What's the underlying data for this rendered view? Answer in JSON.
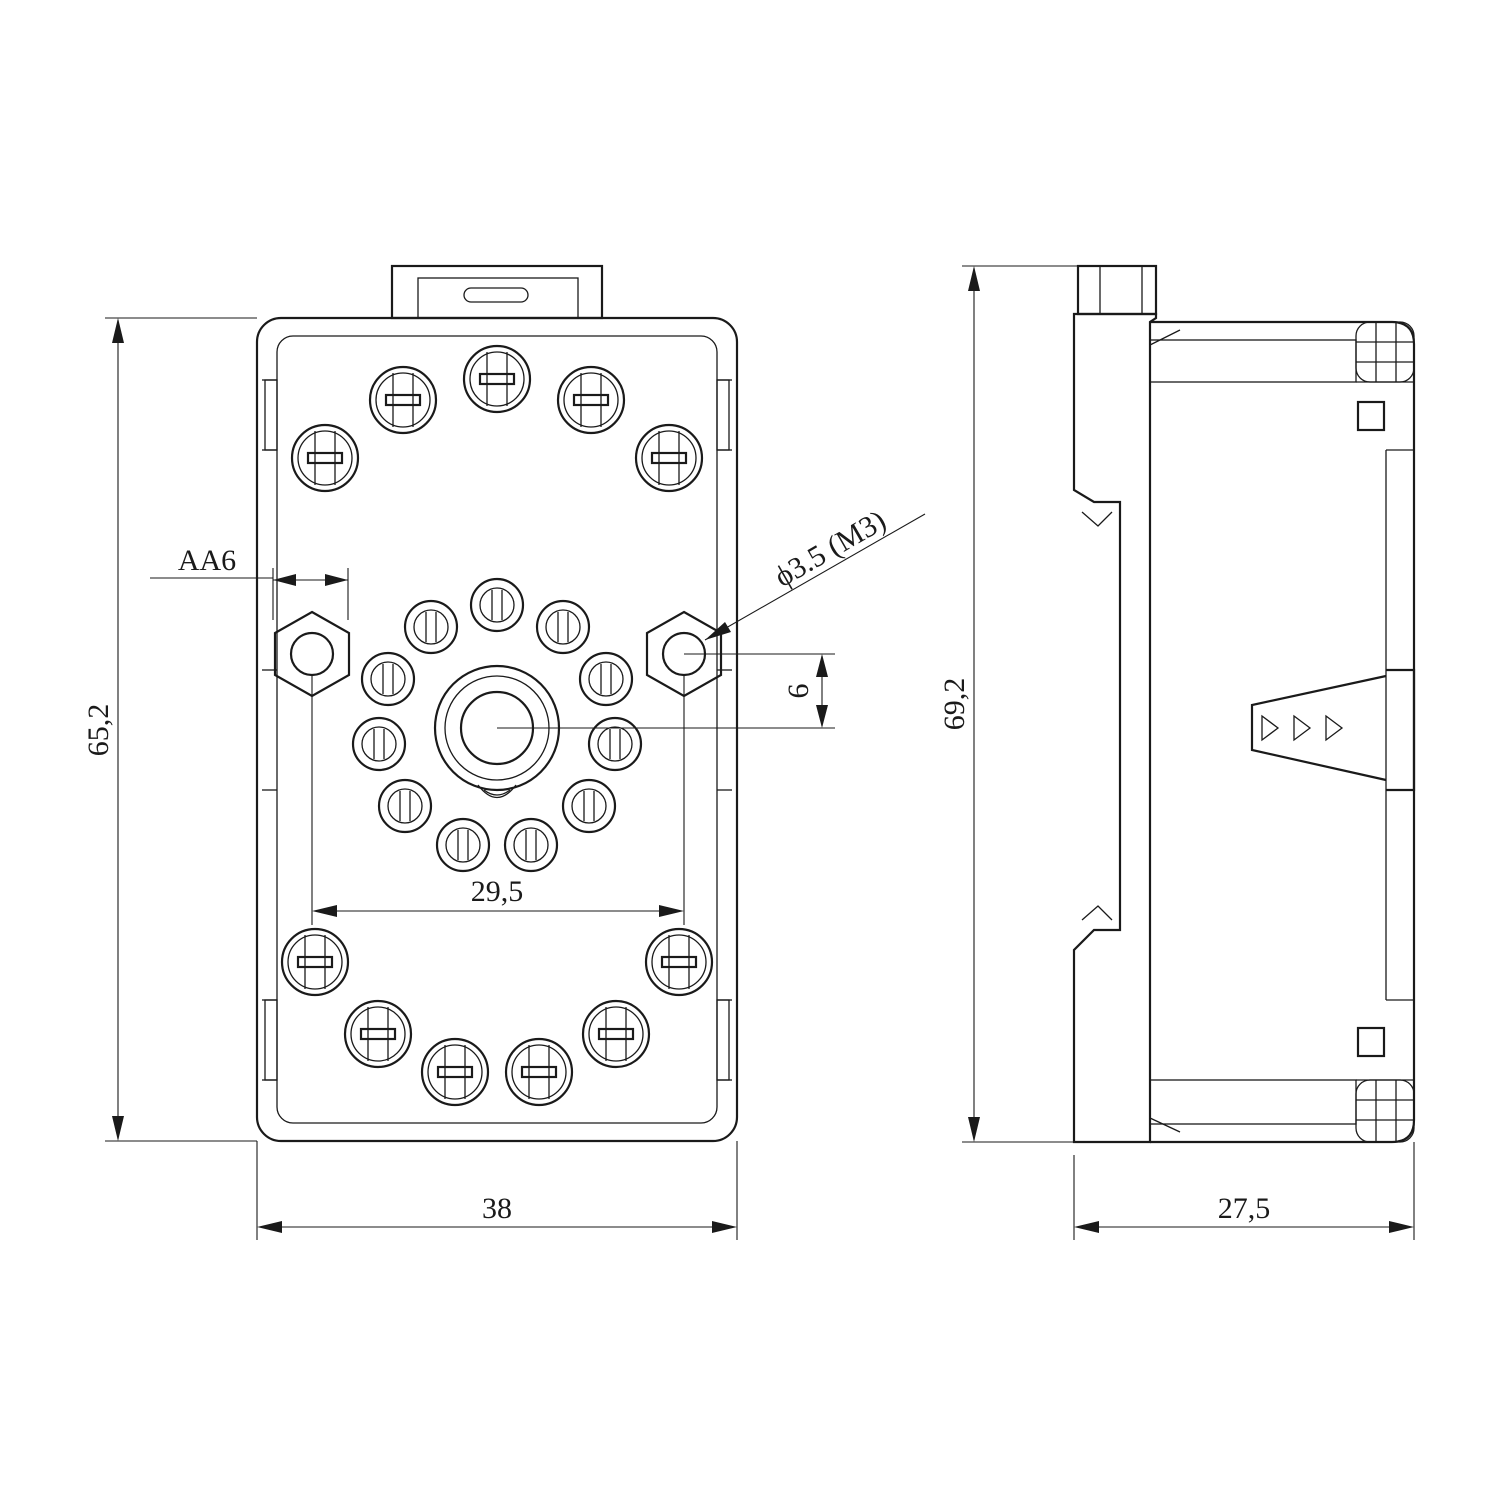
{
  "dimensions": {
    "front_height": "65,2",
    "front_width": "38",
    "clearance": "AA6",
    "hole_spacing": "29,5",
    "hole_offset": "6",
    "hole_diameter": "ϕ3.5 (M3)",
    "side_height": "69,2",
    "side_depth": "27,5"
  }
}
